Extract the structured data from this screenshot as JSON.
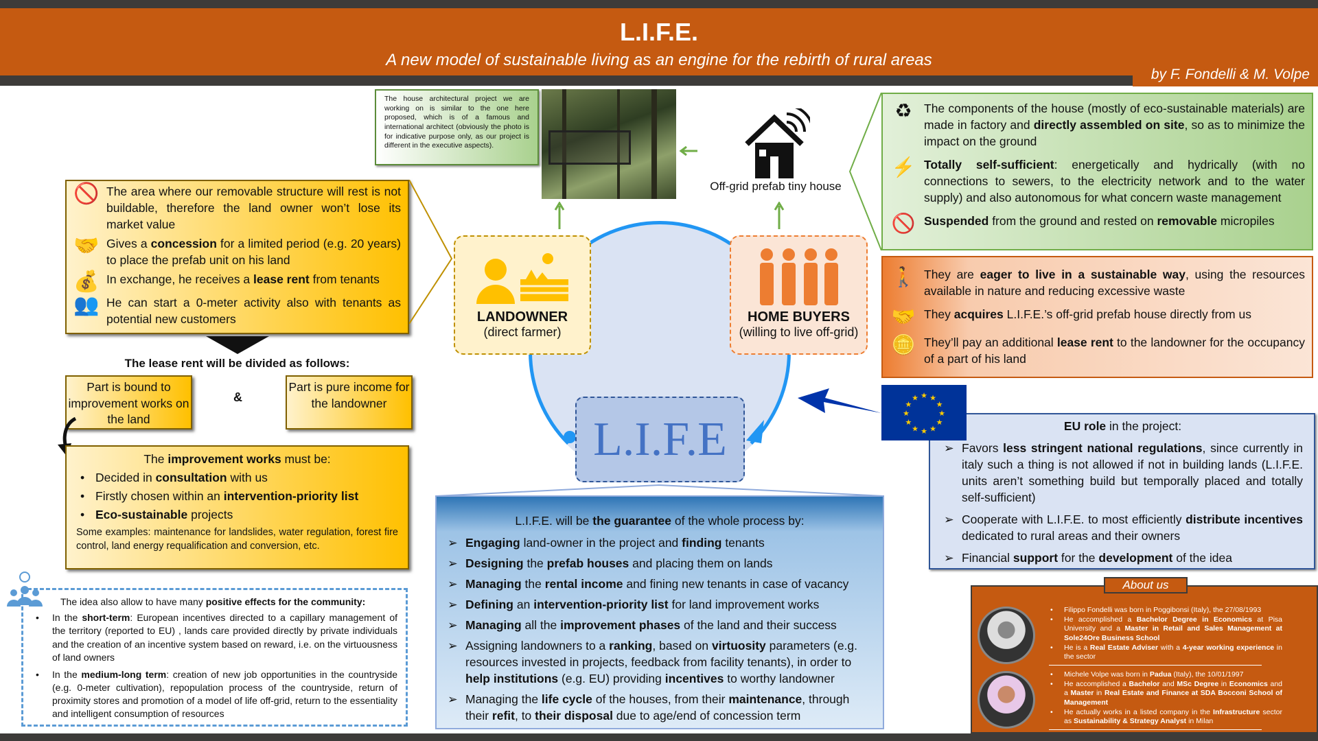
{
  "header": {
    "title": "L.I.F.E.",
    "subtitle": "A new model of sustainable living as an engine for the rebirth of rural areas",
    "byline": "by F. Fondelli & M. Volpe"
  },
  "photo_note": "The house architectural project we are working on is similar to the one here proposed, which is of a famous and international architect (obviously the photo is for indicative purpose only, as our project is different in the executive aspects).",
  "house_label": "Off-grid prefab tiny house",
  "landowner_points": [
    {
      "icon": "no-building-icon",
      "text": "The area where our removable structure will rest is not buildable, therefore the land owner won’t lose its market value"
    },
    {
      "icon": "handshake-icon",
      "text": "Gives a **concession** for a limited period (e.g. 20 years) to place the prefab unit on his land"
    },
    {
      "icon": "money-hand-icon",
      "text": "In exchange, he receives a **lease rent** from tenants"
    },
    {
      "icon": "customers-icon",
      "text": "He can start a 0-meter activity also with tenants as potential new customers"
    }
  ],
  "lease": {
    "title": "The lease rent will be divided as follows:",
    "part1": "Part is bound to improvement works on the land",
    "amp": "&",
    "part2": "Part is pure income for the landowner"
  },
  "improvement": {
    "title": "The **improvement works** must be:",
    "items": [
      "Decided in **consultation** with us",
      "Firstly chosen within an **intervention-priority list**",
      "**Eco-sustainable** projects"
    ],
    "examples": "Some examples: maintenance for landslides, water regulation, forest fire control, land energy requalification and conversion, etc."
  },
  "community": {
    "title": "The idea also allow to have many **positive effects for the community:**",
    "items": [
      "In the **short-term**: European incentives directed to a capillary management of the territory (reported to EU) , lands care provided directly by private individuals and the creation of an incentive system based on reward, i.e. on the virtuousness of land owners",
      "In the **medium-long term**: creation of new job opportunities in the countryside (e.g. 0-meter cultivation), repopulation process of the countryside, return of proximity stores and promotion of a model of life off-grid, return to the essentiality and intelligent consumption of resources"
    ]
  },
  "landowner": {
    "name": "LANDOWNER",
    "sub": "(direct farmer)"
  },
  "buyers": {
    "name": "HOME BUYERS",
    "sub": "(willing to live off-grid)"
  },
  "life_label": "L.I.F.E",
  "guarantee": {
    "title": "L.I.F.E. will be **the guarantee** of the whole process by:",
    "items": [
      "**Engaging** land-owner in the project and **finding** tenants",
      "**Designing** the **prefab houses** and placing them on lands",
      "**Managing** the **rental income** and fining new tenants in case of vacancy",
      "**Defining** an **intervention-priority list** for land improvement works",
      "**Managing** all the **improvement phases** of the land and their success",
      "Assigning landowners to a **ranking**, based on **virtuosity** parameters (e.g. resources invested in projects, feedback from facility tenants), in order to **help institutions** (e.g. EU) providing **incentives** to worthy landowner",
      "Managing the **life cycle** of  the houses, from their **maintenance**, through their **refit**, to **their disposal** due to age/end of concession term"
    ]
  },
  "house_points": [
    {
      "icon": "recycle-icon",
      "text": "The components of the house (mostly of eco-sustainable materials) are made in factory and **directly assembled on site**, so as to minimize the impact on the ground"
    },
    {
      "icon": "energy-icon",
      "text": "**Totally self-sufficient**: energetically and hydrically (with no connections to sewers, to the electricity network and to the water supply) and also autonomous for what concern waste management"
    },
    {
      "icon": "no-building-icon",
      "text": "**Suspended** from the ground and rested on **removable** micropiles"
    }
  ],
  "buyer_points": [
    {
      "icon": "hiker-icon",
      "text": "They are **eager to live in a sustainable way**, using the resources available in nature and reducing excessive waste"
    },
    {
      "icon": "handshake-icon",
      "text": "They **acquires** L.I.F.E.’s off-grid prefab house directly from us"
    },
    {
      "icon": "coins-icon",
      "text": "They’ll pay an additional **lease rent** to the landowner for the occupancy of a part of his land"
    }
  ],
  "eu": {
    "title": "**EU role** in the project:",
    "items": [
      "Favors **less stringent national regulations**, since currently in italy such a thing is not allowed if not in building lands (L.I.F.E. units aren’t something build but temporally placed and totally self-sufficient)",
      "Cooperate with L.I.F.E. to most efficiently **distribute incentives** dedicated to rural areas and their owners",
      "Financial **support** for the **development** of the idea"
    ]
  },
  "about": {
    "title": "About us",
    "people": [
      {
        "items": [
          "Filippo Fondelli was born in Poggibonsi (Italy), the 27/08/1993",
          "He accomplished a **Bachelor Degree in Economics** at Pisa University and a **Master in Retail and Sales Management at Sole24Ore Business School**",
          "He is a **Real Estate Adviser** with a **4-year working experience** in the sector"
        ]
      },
      {
        "items": [
          "Michele Volpe was born in **Padua** (Italy), the 10/01/1997",
          "He accomplished a **Bachelor** and **MSc Degree** in **Economics** and a **Master** in **Real Estate and Finance at SDA Bocconi School of Management**",
          "He actually works in a listed company in the **Infrastructure** sector as **Sustainability & Strategy Analyst** in Milan"
        ]
      }
    ]
  },
  "colors": {
    "orange": "#c55a11",
    "dark": "#3d3b39",
    "blue": "#2196f3",
    "eu_blue": "#003399"
  }
}
